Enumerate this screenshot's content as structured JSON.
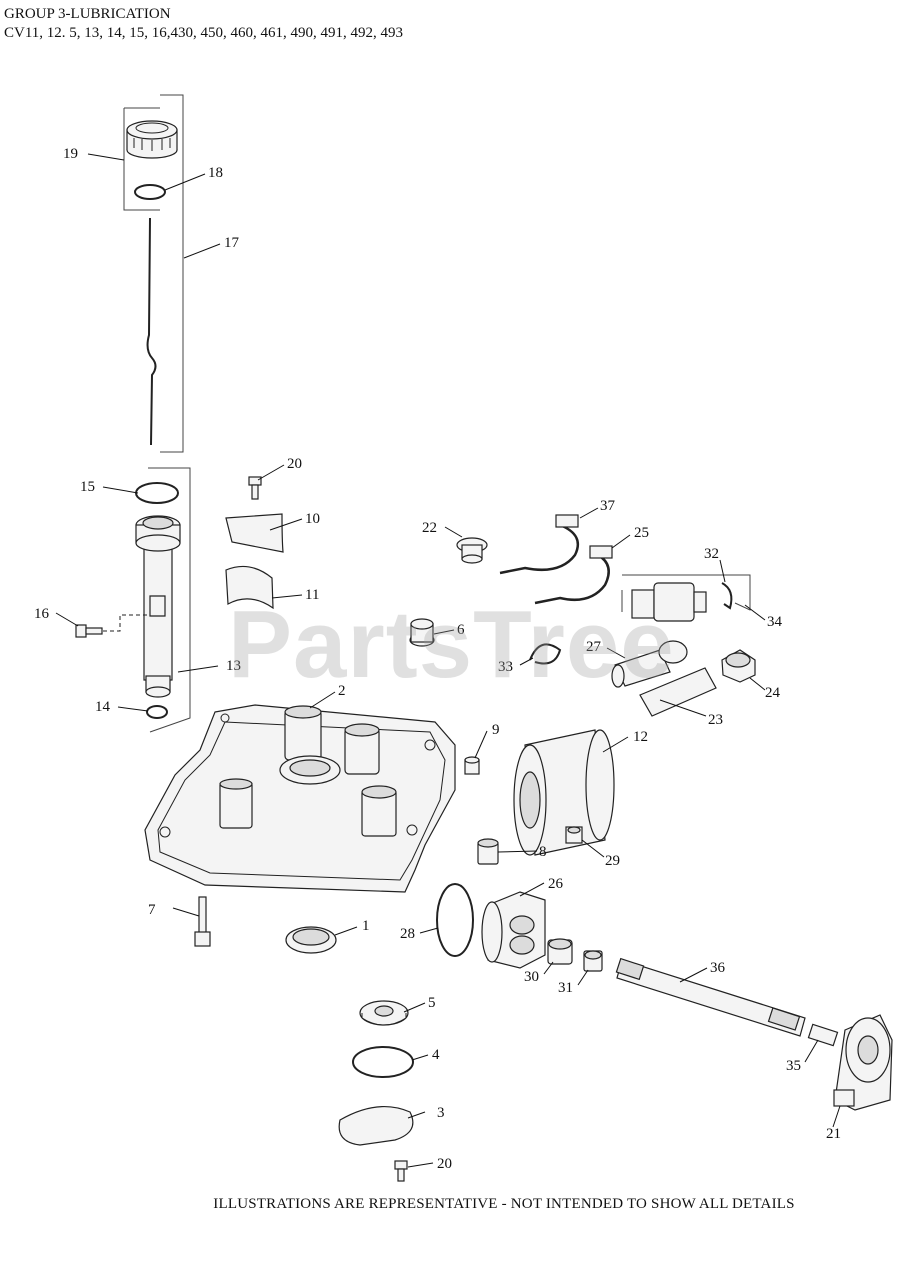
{
  "header": {
    "group_title": "GROUP 3-LUBRICATION",
    "models": "CV11, 12. 5, 13, 14, 15, 16,430, 450, 460, 461, 490, 491, 492, 493"
  },
  "watermark": "PartsTree",
  "footer": "ILLUSTRATIONS ARE REPRESENTATIVE - NOT INTENDED TO SHOW ALL DETAILS",
  "callouts": {
    "c1": "1",
    "c2": "2",
    "c3": "3",
    "c4": "4",
    "c5": "5",
    "c6": "6",
    "c7": "7",
    "c8": "8",
    "c9": "9",
    "c10": "10",
    "c11": "11",
    "c12": "12",
    "c13": "13",
    "c14": "14",
    "c15": "15",
    "c16": "16",
    "c17": "17",
    "c18": "18",
    "c19": "19",
    "c20a": "20",
    "c20b": "20",
    "c21": "21",
    "c22": "22",
    "c23": "23",
    "c24": "24",
    "c25": "25",
    "c26": "26",
    "c27": "27",
    "c28": "28",
    "c29": "29",
    "c30": "30",
    "c31": "31",
    "c32": "32",
    "c33": "33",
    "c34": "34",
    "c35": "35",
    "c36": "36",
    "c37": "37"
  }
}
